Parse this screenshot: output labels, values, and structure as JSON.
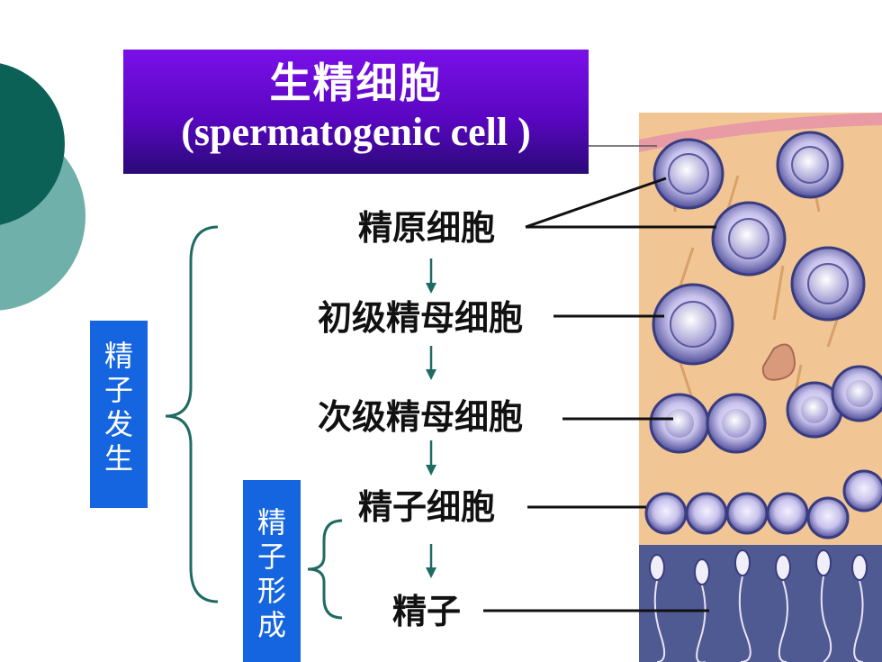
{
  "title": {
    "chinese": "生精细胞",
    "english": "(spermatogenic  cell )"
  },
  "stages": [
    {
      "label": "精原细胞"
    },
    {
      "label": "初级精母细胞"
    },
    {
      "label": "次级精母细胞"
    },
    {
      "label": "精子细胞"
    },
    {
      "label": "精子"
    }
  ],
  "groups": {
    "spermatogenesis": {
      "chars": [
        "精",
        "子",
        "发",
        "生"
      ]
    },
    "spermiogenesis": {
      "chars": [
        "精",
        "子",
        "形",
        "成"
      ]
    }
  },
  "colors": {
    "title_bg": "#6a0ad8",
    "group_bg": "#1565e0",
    "bracket": "#1f6b63",
    "arrow": "#1f6b63",
    "deco_dark": "#0b6156",
    "deco_light": "#6fb1aa"
  }
}
